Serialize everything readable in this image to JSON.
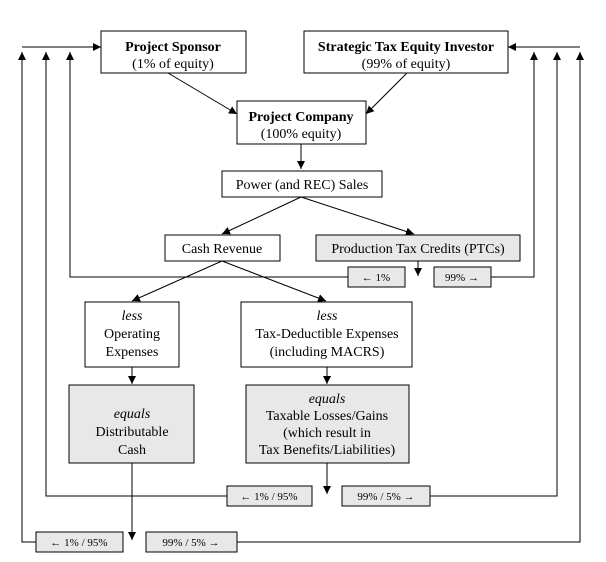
{
  "sponsor": {
    "title": "Project Sponsor",
    "subtitle": "(1% of equity)"
  },
  "investor": {
    "title": "Strategic Tax Equity Investor",
    "subtitle": "(99% of equity)"
  },
  "company": {
    "title": "Project Company",
    "subtitle": "(100% equity)"
  },
  "sales": {
    "label": "Power (and REC) Sales"
  },
  "cash_revenue": {
    "label": "Cash Revenue"
  },
  "ptc": {
    "label": "Production Tax Credits (PTCs)"
  },
  "ptc_split": {
    "left": "← 1%",
    "right": "99% →"
  },
  "opex": {
    "line1": "less",
    "line2": "Operating",
    "line3": "Expenses"
  },
  "taxexp": {
    "line1": "less",
    "line2": "Tax-Deductible Expenses",
    "line3": "(including MACRS)"
  },
  "distcash": {
    "line1": "equals",
    "line2": "Distributable",
    "line3": "Cash"
  },
  "taxable": {
    "line1": "equals",
    "line2": "Taxable Losses/Gains",
    "line3": "(which result in",
    "line4": "Tax Benefits/Liabilities)"
  },
  "tax_split": {
    "left": "← 1% / 95%",
    "right": "99% / 5% →"
  },
  "cash_split": {
    "left": "← 1% / 95%",
    "right": "99% / 5% →"
  }
}
